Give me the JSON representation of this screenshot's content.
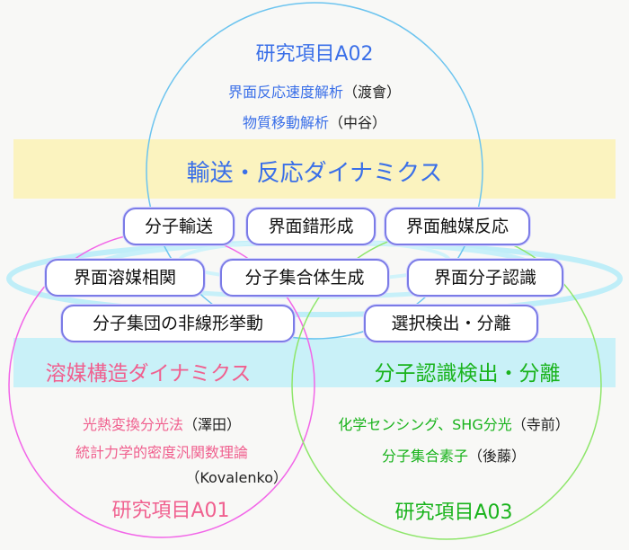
{
  "a02": {
    "title": "研究項目A02",
    "line1": "界面反応速度解析",
    "person1": "（渡會）",
    "line2": "物質移動解析",
    "person2": "（中谷）"
  },
  "theme_top": "輸送・反応ダイナミクス",
  "theme_left": "溶媒構造ダイナミクス",
  "theme_right": "分子認識検出・分離",
  "boxes": [
    "分子輸送",
    "界面錯形成",
    "界面触媒反応",
    "界面溶媒相関",
    "分子集合体生成",
    "界面分子認識",
    "分子集団の非線形挙動",
    "選択検出・分離"
  ],
  "a01": {
    "title": "研究項目A01",
    "line1": "光熱変換分光法",
    "person1": "（澤田）",
    "line2": "統計力学的密度汎関数理論",
    "person2": "（Kovalenko）"
  },
  "a03": {
    "title": "研究項目A03",
    "line1": "化学センシング、SHG分光",
    "person1": "（寺前）",
    "line2": "分子集合素子",
    "person2": "（後藤）"
  },
  "colors": {
    "a01": "#f0608f",
    "a02": "#3a6fe8",
    "a03": "#19b31c"
  }
}
